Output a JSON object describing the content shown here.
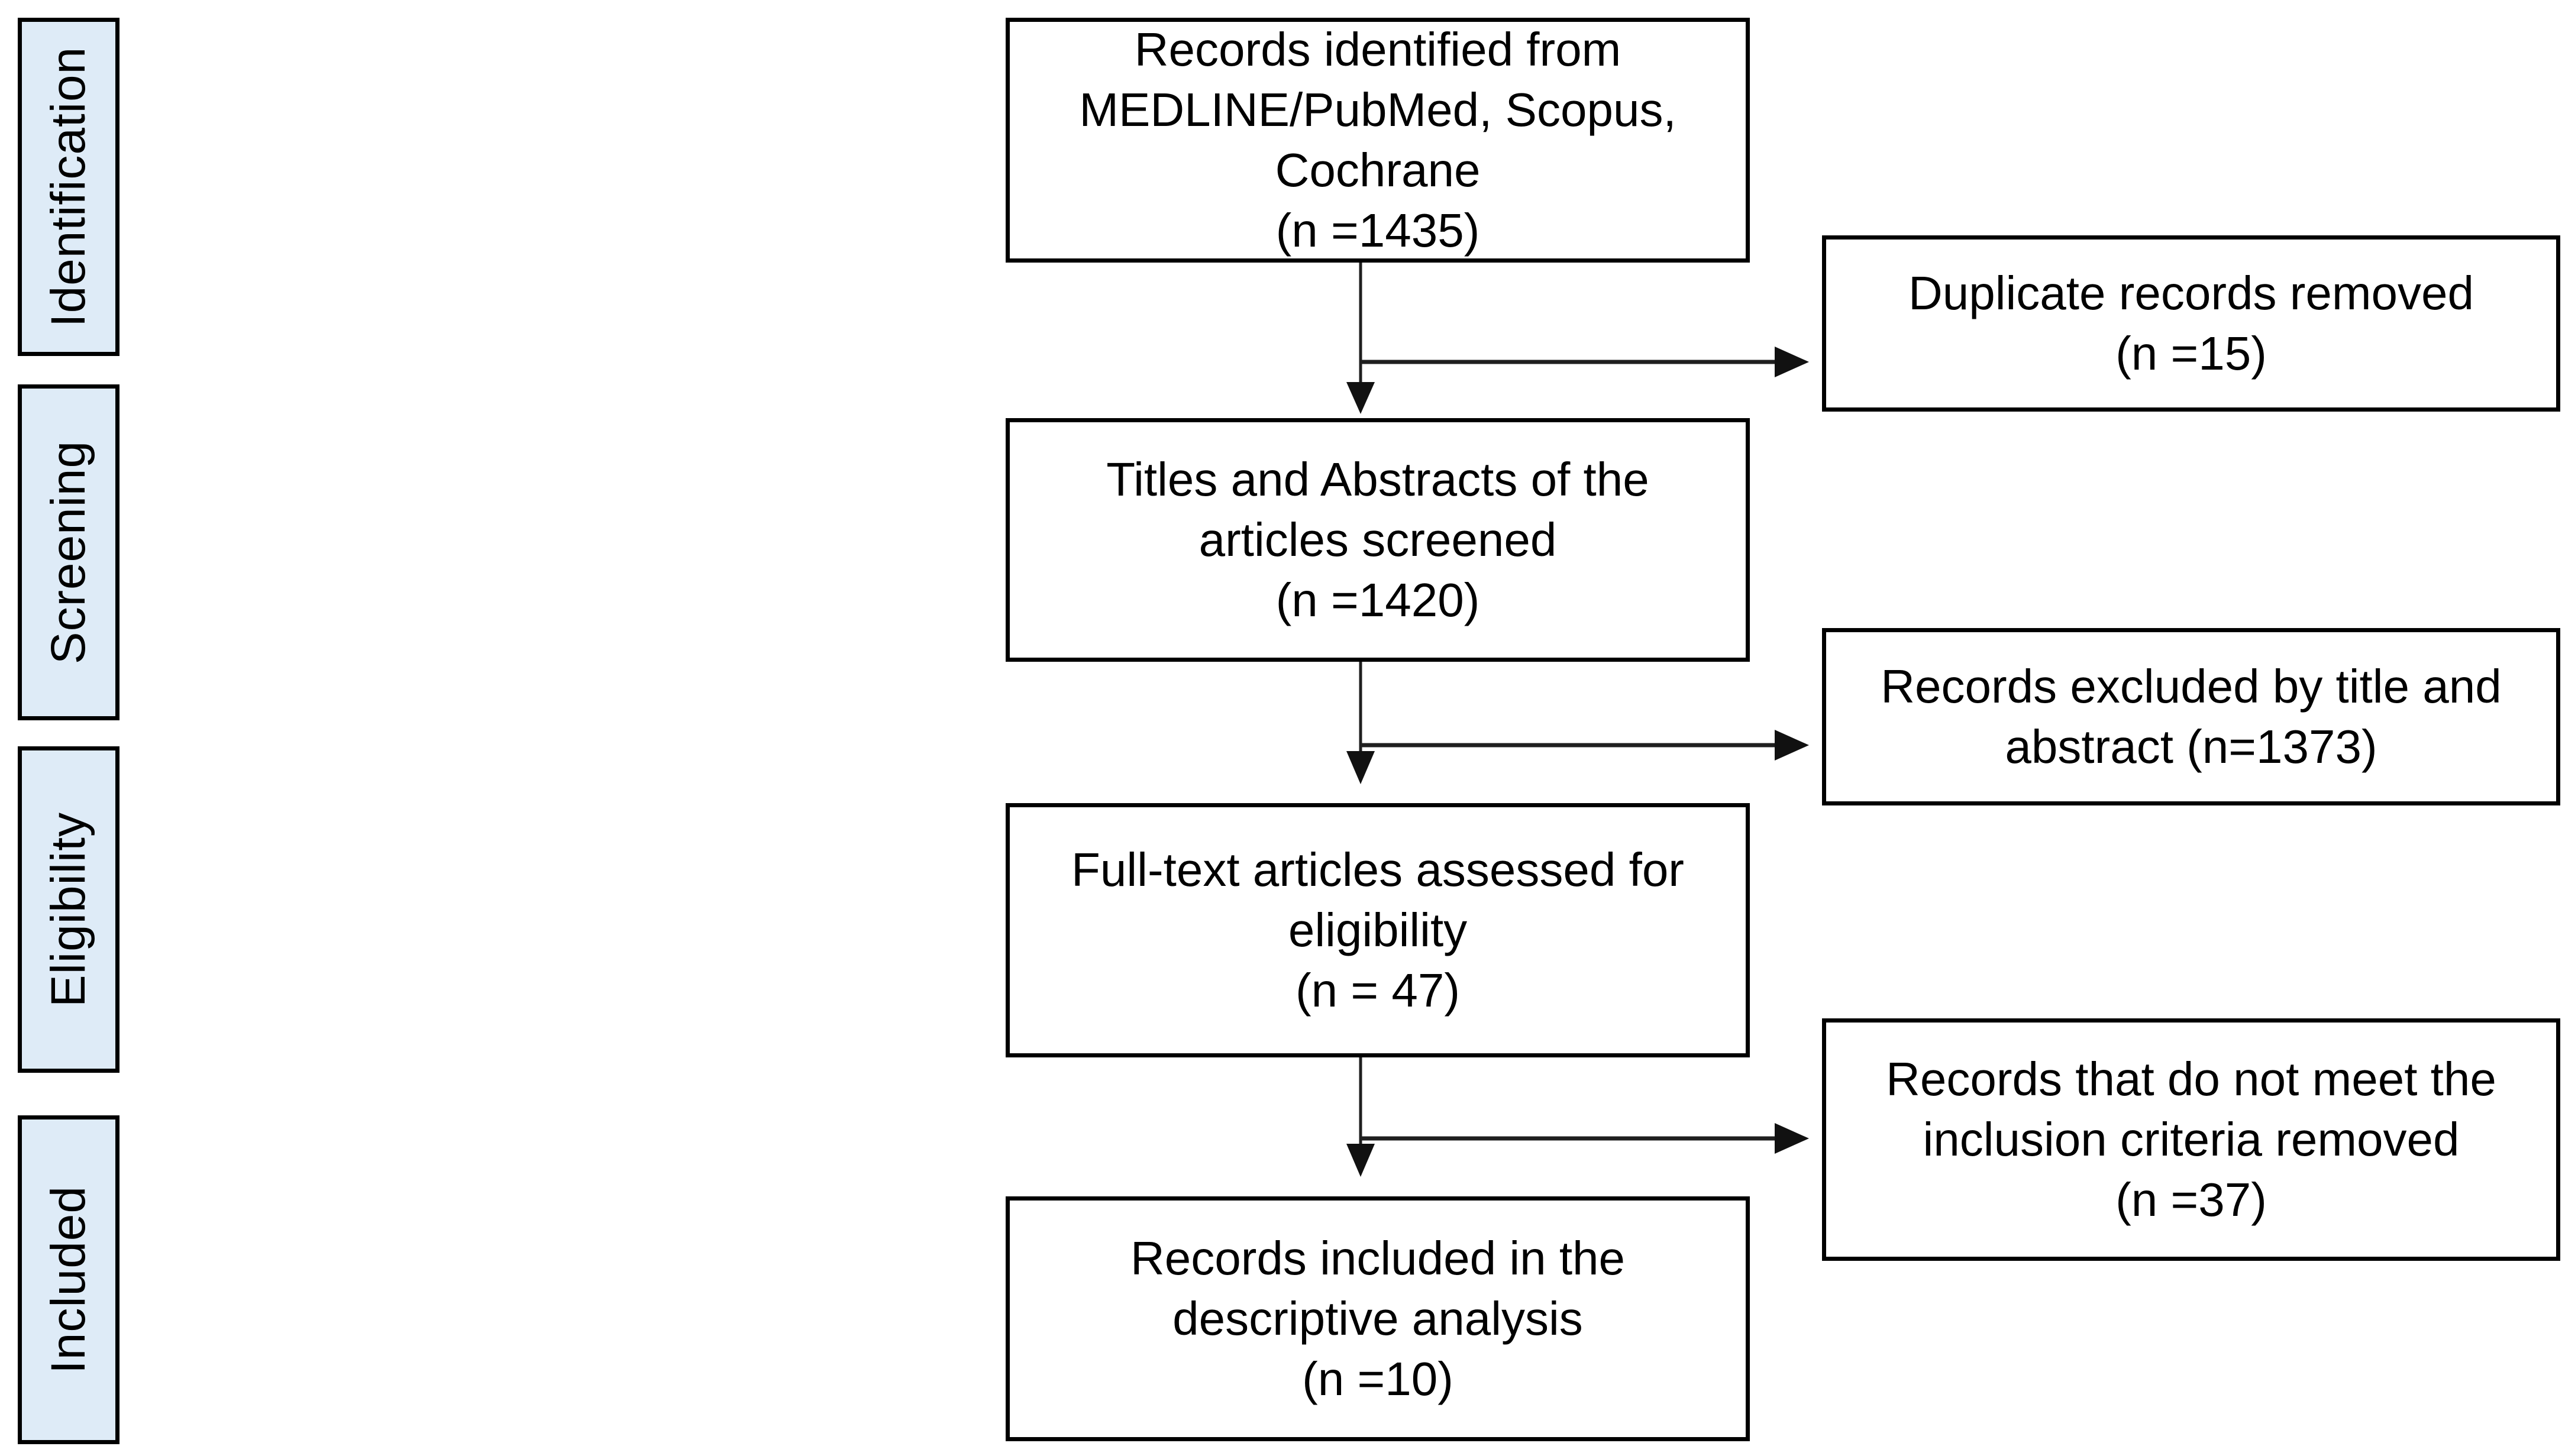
{
  "diagram": {
    "stage_labels": [
      {
        "label": "Identification"
      },
      {
        "label": "Screening"
      },
      {
        "label": "Eligibility"
      },
      {
        "label": "Included"
      }
    ],
    "main_flow": [
      {
        "text": "Records identified from\nMEDLINE/PubMed, Scopus,\nCochrane\n(n =1435)",
        "n": 1435
      },
      {
        "text": "Titles and Abstracts of the\narticles screened\n(n =1420)",
        "n": 1420
      },
      {
        "text": "Full-text articles assessed for\neligibility\n(n = 47)",
        "n": 47
      },
      {
        "text": "Records included in the\ndescriptive analysis\n(n =10)",
        "n": 10
      }
    ],
    "exclusions": [
      {
        "text": "Duplicate records removed\n(n =15)",
        "n": 15
      },
      {
        "text": "Records excluded by title and\nabstract (n=1373)",
        "n": 1373
      },
      {
        "text": "Records that do not meet the\ninclusion criteria removed\n(n =37)",
        "n": 37
      }
    ],
    "colors": {
      "stage_fill": "#deebf7",
      "box_fill": "#ffffff",
      "border": "#000000",
      "text": "#000000"
    }
  }
}
